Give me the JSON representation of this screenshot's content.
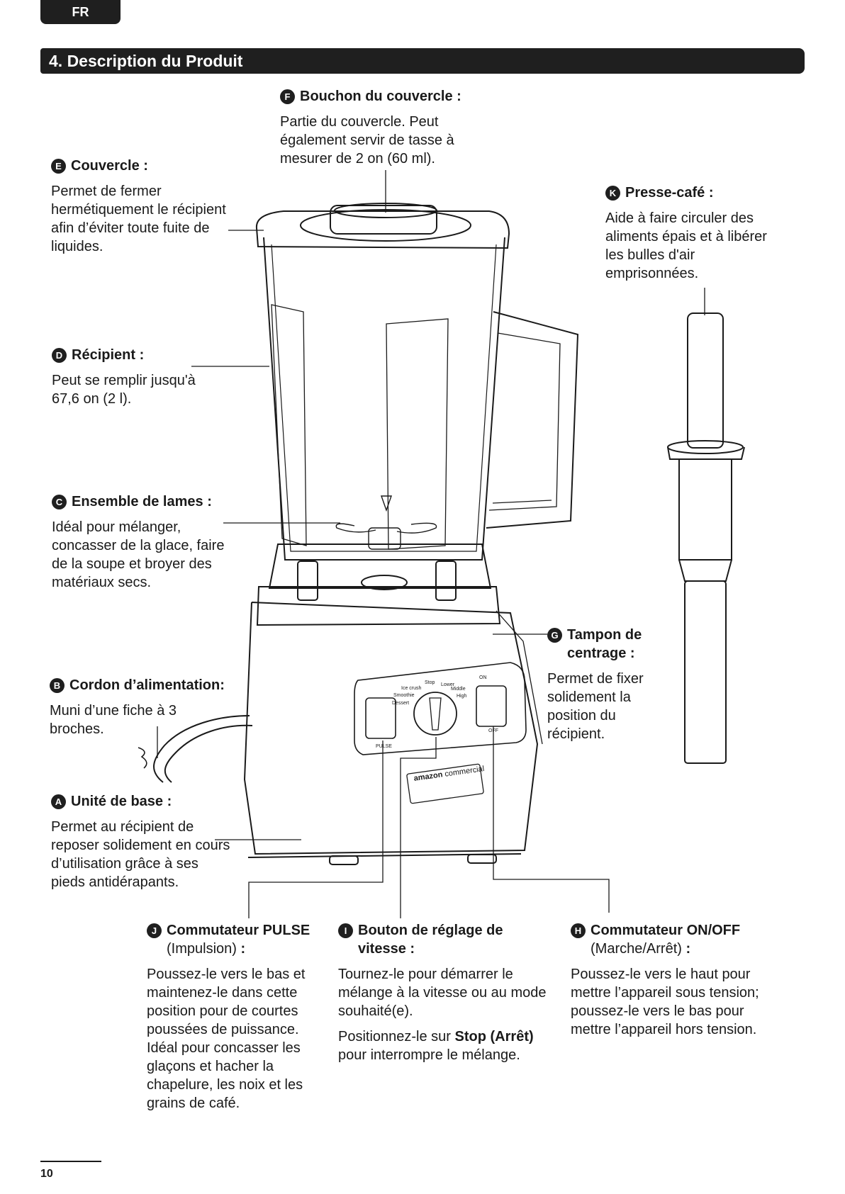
{
  "header": {
    "lang": "FR",
    "section_title": "4. Description du Produit"
  },
  "callouts": {
    "F": {
      "letter": "F",
      "title": "Bouchon du couvercle :",
      "body": "Partie du couvercle. Peut également servir de tasse à mesurer de 2 on (60 ml)."
    },
    "E": {
      "letter": "E",
      "title": "Couvercle :",
      "body": "Permet de fermer hermétiquement le récipient afin d’éviter toute fuite de liquides."
    },
    "K": {
      "letter": "K",
      "title": "Presse-café :",
      "body": "Aide à faire circuler des aliments épais et à libérer les bulles d'air emprisonnées."
    },
    "D": {
      "letter": "D",
      "title": "Récipient :",
      "body": "Peut se remplir jusqu'à 67,6 on (2 l)."
    },
    "C": {
      "letter": "C",
      "title": "Ensemble de lames :",
      "body": "Idéal pour mélanger, concasser de la glace, faire de la soupe et broyer des matériaux secs."
    },
    "G": {
      "letter": "G",
      "title": "Tampon de centrage :",
      "body": "Permet de fixer solidement la position du récipient."
    },
    "B": {
      "letter": "B",
      "title": "Cordon d’alimentation:",
      "body": "Muni d’une fiche à 3 broches."
    },
    "A": {
      "letter": "A",
      "title": "Unité de base :",
      "body": "Permet au récipient de reposer solidement en cours d’utilisation grâce à ses pieds antidérapants."
    },
    "J": {
      "letter": "J",
      "title": "Commutateur PULSE",
      "subtitle": "(Impulsion)",
      "colon": " :",
      "body": "Poussez-le vers le bas et maintenez-le dans cette position pour de courtes poussées de puissance. Idéal pour concasser les glaçons et hacher la chapelure, les noix et les grains de café."
    },
    "I": {
      "letter": "I",
      "title": "Bouton de réglage de vitesse :",
      "body": "Tournez-le pour démarrer le mélange à la vitesse ou au mode souhaité(e).",
      "body2_pre": "Positionnez-le sur ",
      "body2_bold": "Stop (Arrêt)",
      "body2_post": " pour interrompre le mélange."
    },
    "H": {
      "letter": "H",
      "title": "Commutateur ON/OFF",
      "subtitle": "(Marche/Arrêt)",
      "colon": " :",
      "body": "Poussez-le vers le haut pour mettre l’appareil sous tension; poussez-le vers le bas pour mettre l’appareil hors tension."
    }
  },
  "panel": {
    "dial_labels": [
      "Ice crush",
      "Stop",
      "Lower",
      "Smoothie",
      "Middle",
      "Dessert",
      "High"
    ],
    "on": "ON",
    "off": "OFF",
    "pulse": "PULSE",
    "brand_a": "amazon",
    "brand_b": "commercial"
  },
  "footer": {
    "page": "10"
  }
}
